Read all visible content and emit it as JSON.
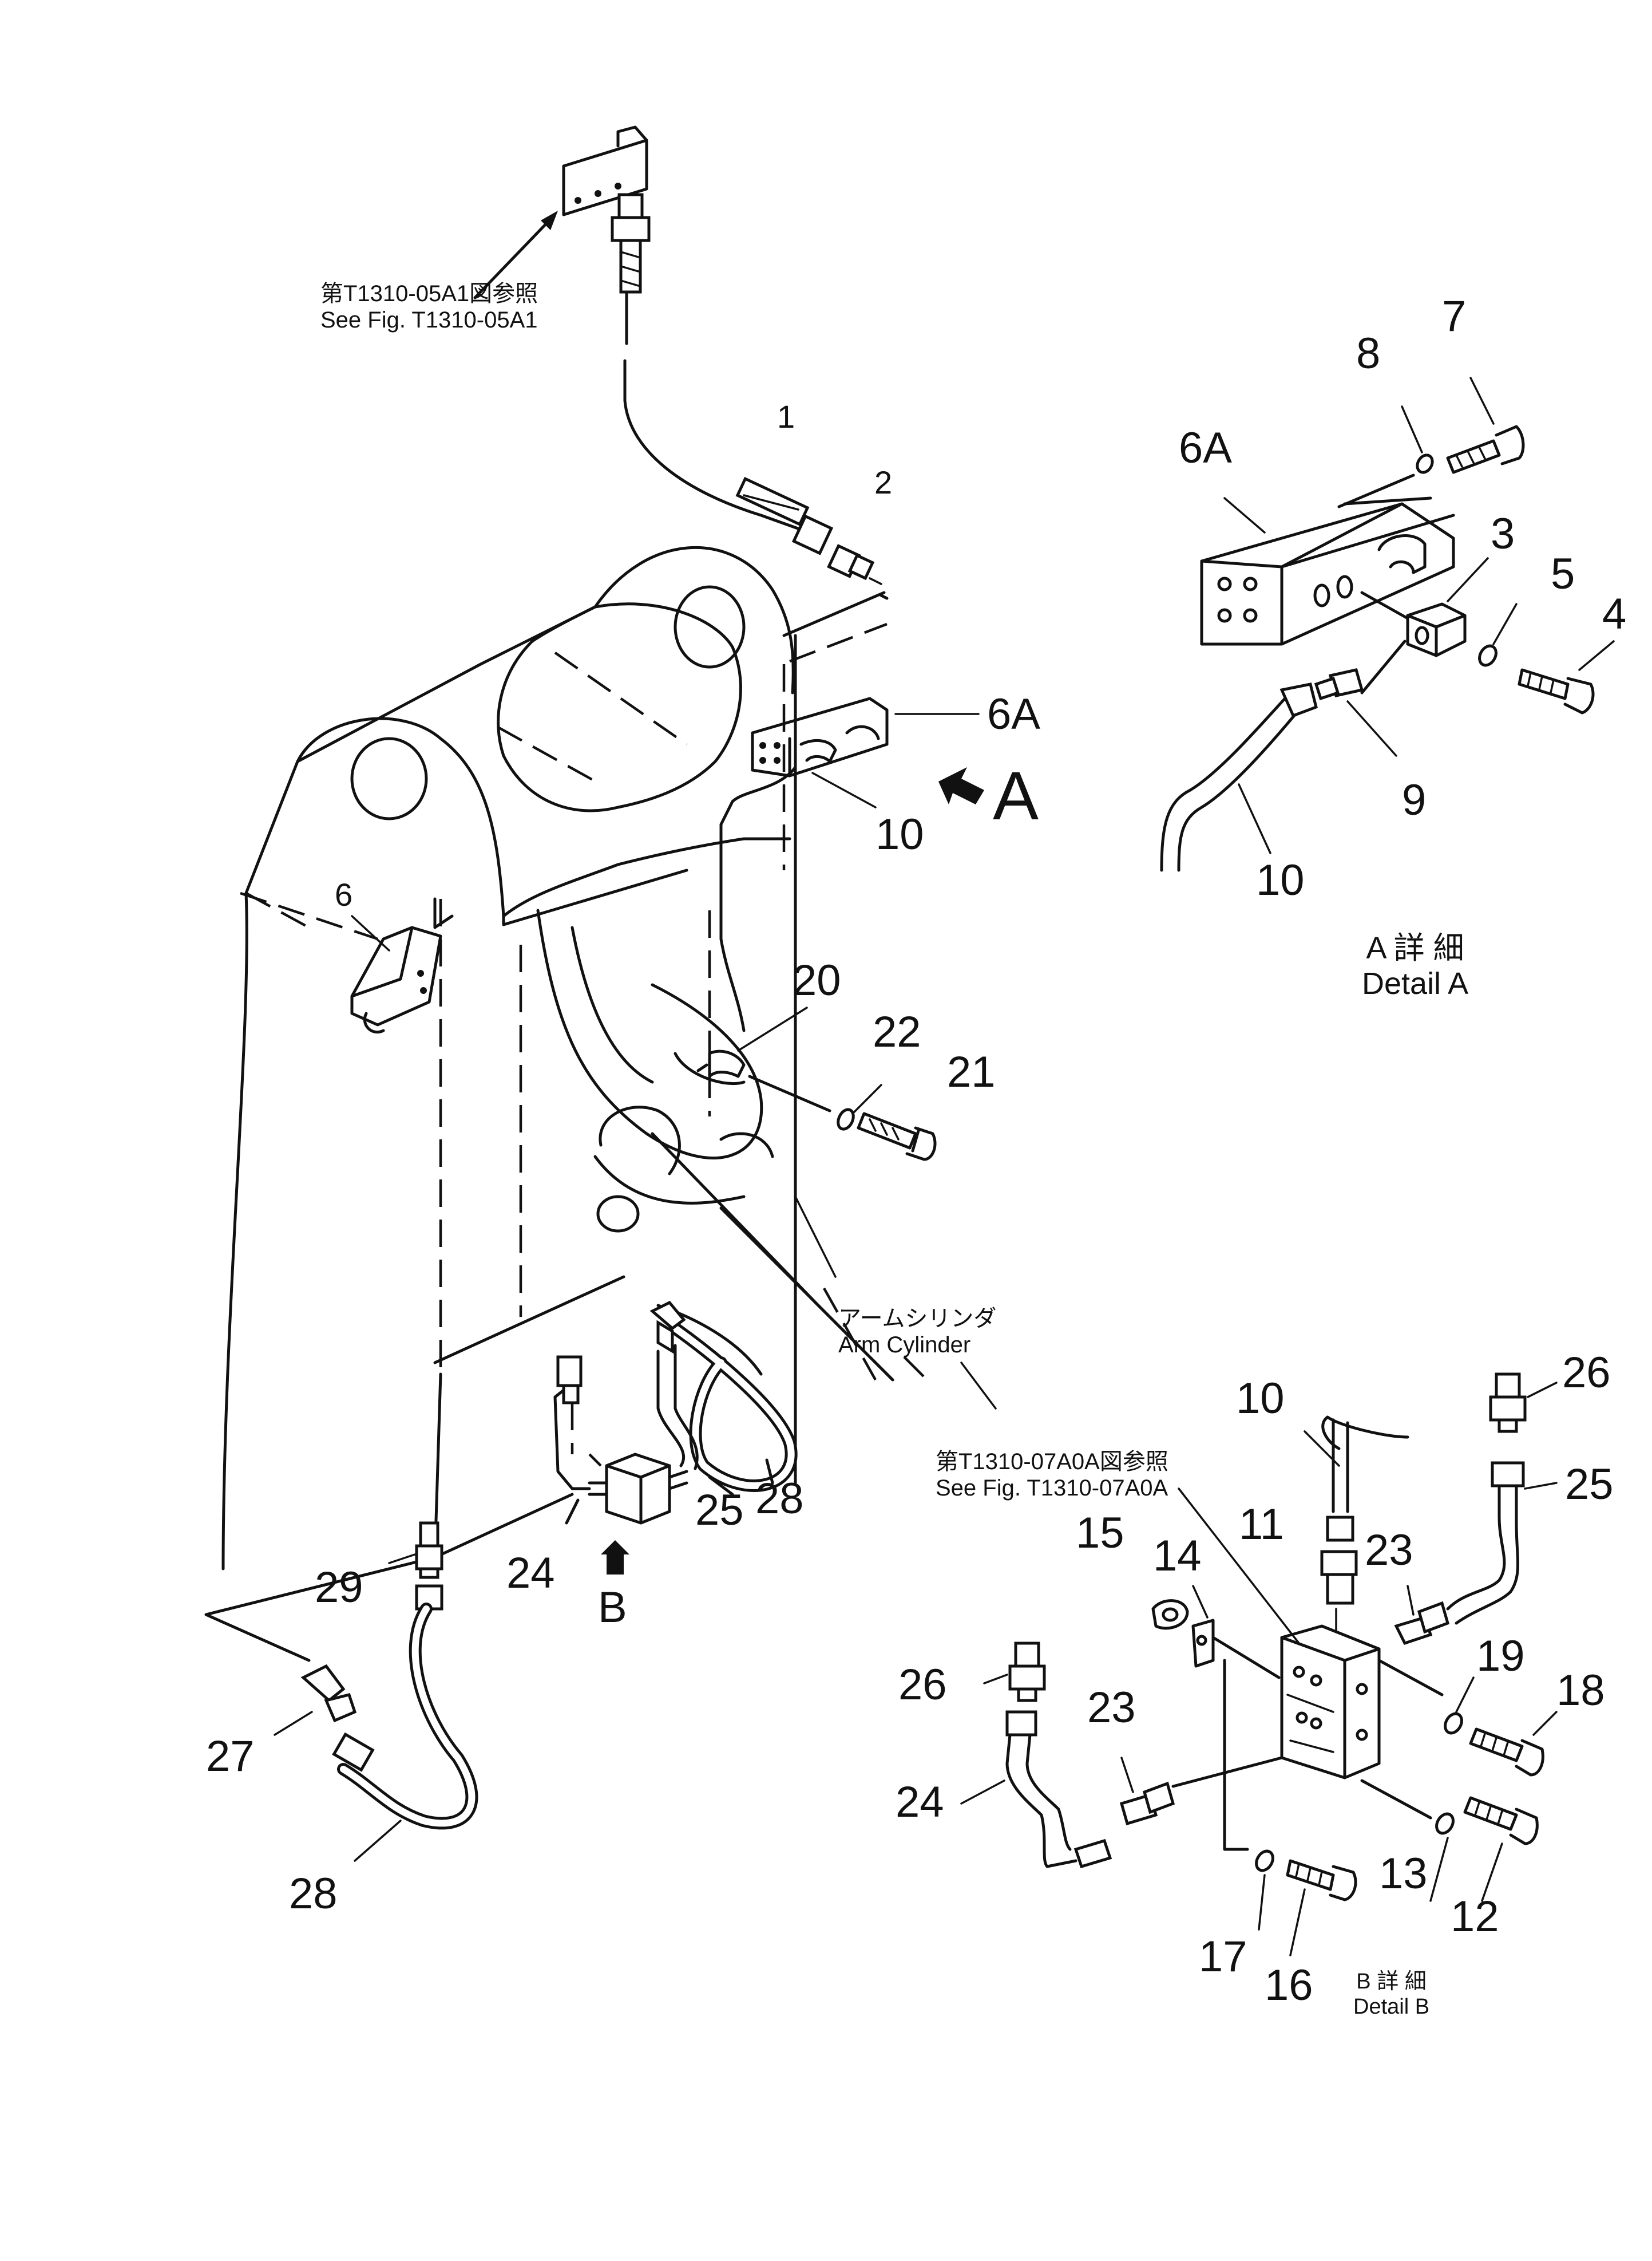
{
  "references": {
    "top": {
      "jp": "第T1310-05A1図参照",
      "en": "See Fig. T1310-05A1"
    },
    "valve": {
      "jp": "第T1310-07A0A図参照",
      "en": "See Fig. T1310-07A0A"
    }
  },
  "arm_cylinder": {
    "jp": "アームシリンダ",
    "en": "Arm Cylinder"
  },
  "view_markers": {
    "a": "A",
    "b": "B"
  },
  "details": {
    "a": {
      "jp": "A 詳 細",
      "en": "Detail A"
    },
    "b": {
      "jp": "B 詳 細",
      "en": "Detail B"
    }
  },
  "part_numbers": {
    "p1": "1",
    "p2": "2",
    "p6": "6",
    "p6a": "6A",
    "p10": "10",
    "p20": "20",
    "p21": "21",
    "p22": "22",
    "p24": "24",
    "p25": "25",
    "p27": "27",
    "p28a": "28",
    "p28b": "28",
    "p29": "29",
    "a3": "3",
    "a4": "4",
    "a5": "5",
    "a6a": "6A",
    "a7": "7",
    "a8": "8",
    "a9": "9",
    "a10": "10",
    "b10": "10",
    "b11": "11",
    "b12": "12",
    "b13": "13",
    "b14": "14",
    "b15": "15",
    "b16": "16",
    "b17": "17",
    "b18": "18",
    "b19": "19",
    "b23a": "23",
    "b23b": "23",
    "b24": "24",
    "b25": "25",
    "b26a": "26",
    "b26b": "26"
  },
  "colors": {
    "ink": "#111111",
    "paper": "#ffffff"
  }
}
